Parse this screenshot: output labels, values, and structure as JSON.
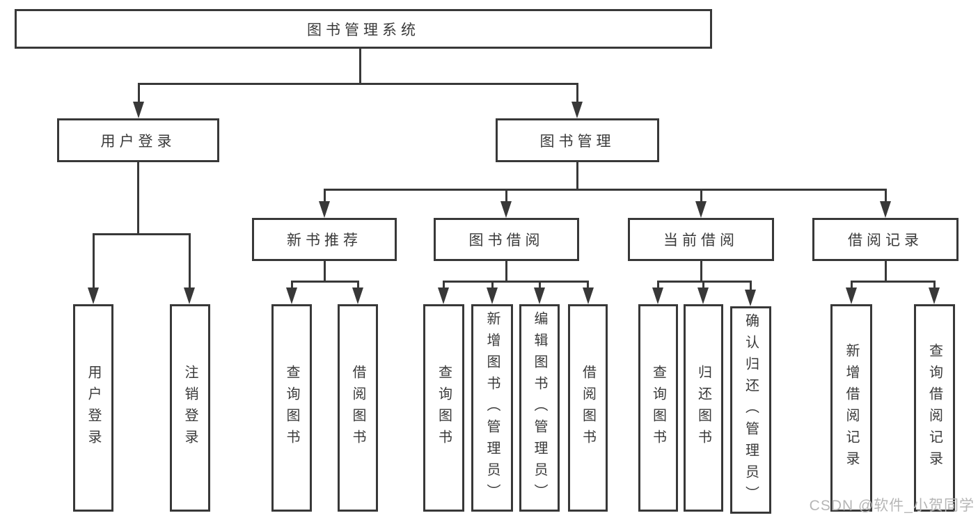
{
  "tree": {
    "label": "图书管理系统",
    "children": [
      {
        "label": "用户登录",
        "children": [
          {
            "label": "用户登录"
          },
          {
            "label": "注销登录"
          }
        ]
      },
      {
        "label": "图书管理",
        "children": [
          {
            "label": "新书推荐",
            "children": [
              {
                "label": "查询图书"
              },
              {
                "label": "借阅图书"
              }
            ]
          },
          {
            "label": "图书借阅",
            "children": [
              {
                "label": "查询图书"
              },
              {
                "label": "新增图书（管理员）"
              },
              {
                "label": "编辑图书（管理员）"
              },
              {
                "label": "借阅图书"
              }
            ]
          },
          {
            "label": "当前借阅",
            "children": [
              {
                "label": "查询图书"
              },
              {
                "label": "归还图书"
              },
              {
                "label": "确认归还（管理员）"
              }
            ]
          },
          {
            "label": "借阅记录",
            "children": [
              {
                "label": "新增借阅记录"
              },
              {
                "label": "查询借阅记录"
              }
            ]
          }
        ]
      }
    ]
  },
  "watermark": {
    "text": "CSDN @软件_小贺同学"
  },
  "colors": {
    "line": "#383838",
    "text": "#3a3a3a",
    "watermark": "#b6b6b6",
    "background": "#ffffff"
  }
}
